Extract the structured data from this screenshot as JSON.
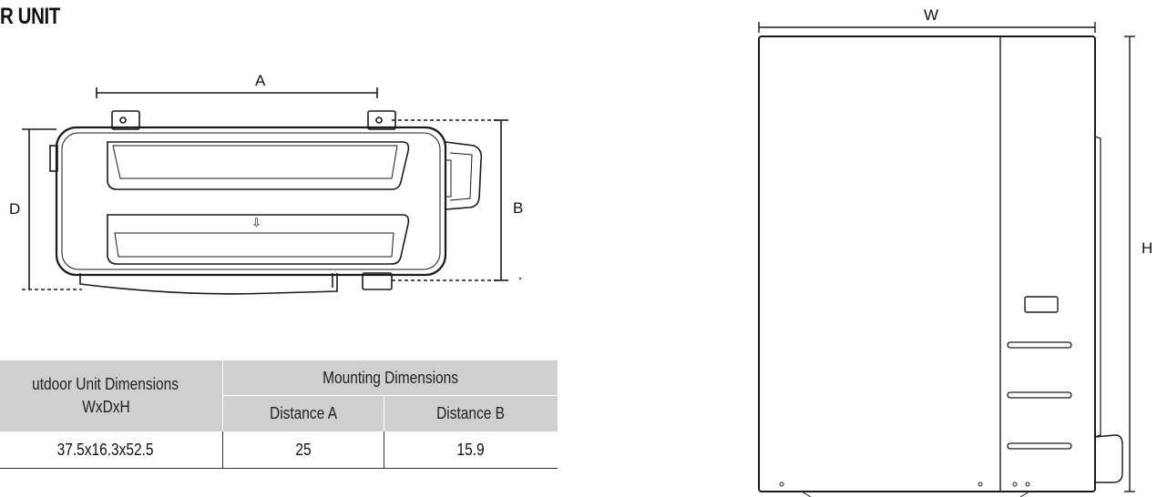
{
  "header": {
    "title": "R UNIT"
  },
  "side_view": {
    "dim_a": "A",
    "dim_b": "B",
    "dim_d": "D",
    "arrow_symbol": "⇩"
  },
  "front_view": {
    "dim_w": "W",
    "dim_h": "H"
  },
  "table": {
    "col1_header_line1": "utdoor Unit Dimensions",
    "col1_header_line2": "WxDxH",
    "group_header": "Mounting Dimensions",
    "sub_header_a": "Distance A",
    "sub_header_b": "Distance B",
    "rows": [
      {
        "wxdxh": "37.5x16.3x52.5",
        "distance_a": "25",
        "distance_b": "15.9"
      }
    ]
  }
}
